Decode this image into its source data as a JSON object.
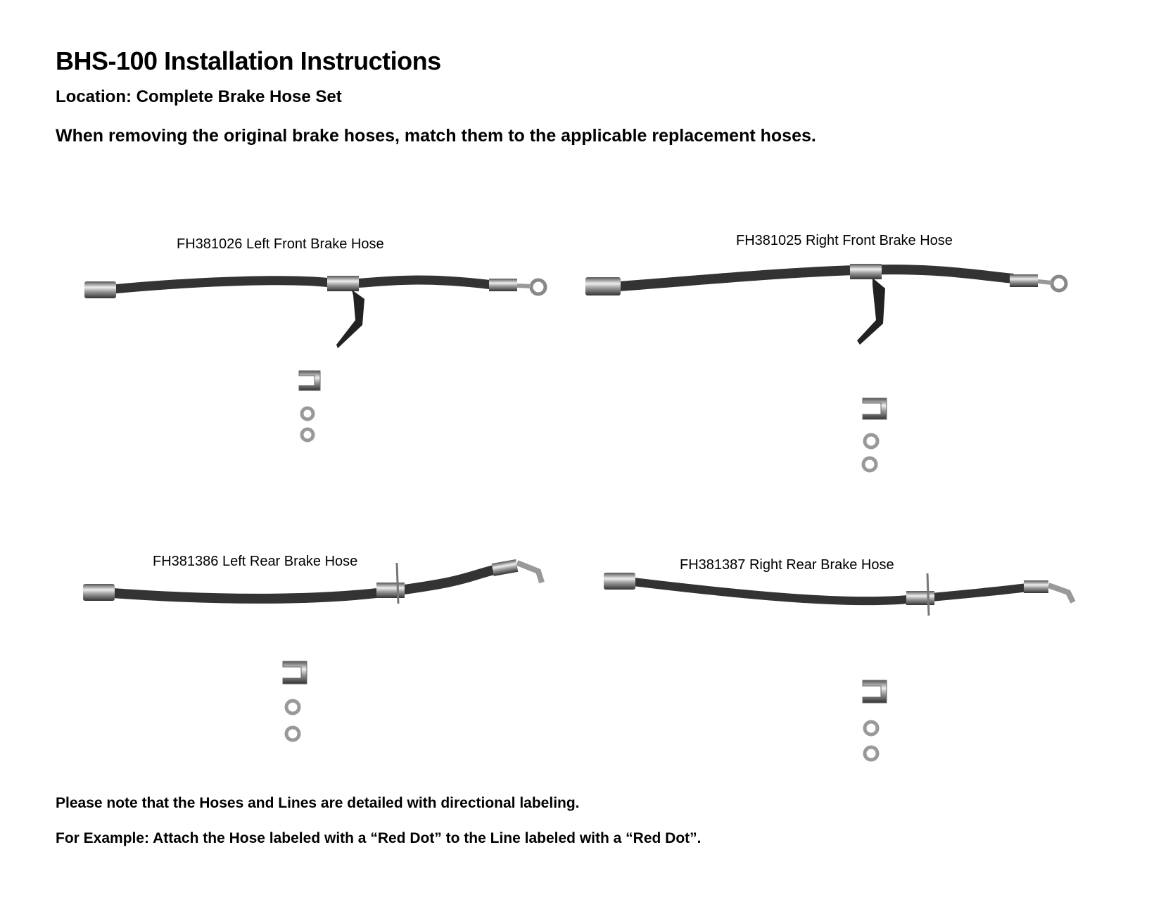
{
  "header": {
    "title": "BHS-100 Installation Instructions",
    "location": "Location: Complete Brake Hose Set",
    "intro": "When removing the original brake hoses, match them to the applicable replacement hoses."
  },
  "hoses": [
    {
      "label": "FH381026 Left Front Brake Hose"
    },
    {
      "label": "FH381025 Right Front Brake Hose"
    },
    {
      "label": "FH381386 Left Rear Brake Hose"
    },
    {
      "label": "FH381387 Right Rear Brake Hose"
    }
  ],
  "notes": [
    "Please note that the Hoses and Lines are detailed with directional labeling.",
    "For Example: Attach the Hose labeled with a “Red Dot” to the Line labeled with a “Red Dot”."
  ]
}
